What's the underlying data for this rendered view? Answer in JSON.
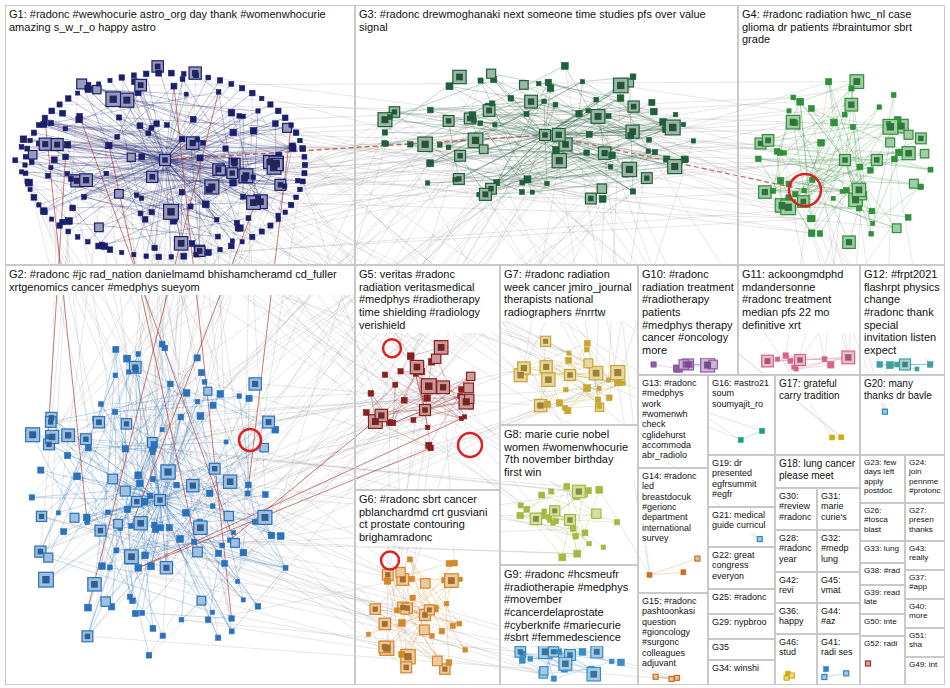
{
  "diagram": {
    "nodes": [
      {
        "text": [
          "G1: #radonc #wewhocurie astro_org day thank #womenwhocurie amazing s_w_r_o happy astro"
        ]
      },
      {
        "text": [
          "G3: #radonc drewmoghanaki next someone time studies pfs over value signal"
        ]
      },
      {
        "text": [
          "G4: #radonc radiation hwc_nl case glioma dr patients #braintumor sbrt grade"
        ]
      },
      {
        "text": [
          "G2: #radonc #jc rad_nation danielmamd bhishamcheramd cd_fuller xrtgenomics cancer #medphys sueyom"
        ]
      },
      {
        "text": [
          "G5: veritas #radonc radiation veritasmedical #medphys #radiotherapy time shielding #radiology verishield"
        ]
      },
      {
        "text": [
          "G7: #radonc radiation week cancer jmiro_journal therapists national radiographers #nrrtw"
        ]
      },
      {
        "text": [
          "G10: #radonc radiation treatment #radiotherapy patients #medphys therapy cancer #oncology more"
        ]
      },
      {
        "text": [
          "G11: ackoongmdphd mdandersonne #radonc treatment median pfs 22 mo definitive xrt"
        ]
      },
      {
        "text": [
          "G12: #frpt2021 flashrpt physics change #radonc thank special invitation listen expect"
        ]
      },
      {
        "text": [
          "G6: #radonc sbrt cancer pblanchardmd crt gusviani ct prostate contouring brighamradonc"
        ]
      },
      {
        "text": [
          "G8: marie curie nobel women #womenwhocurie 7th november birthday first win"
        ]
      },
      {
        "text": [
          "G13: #radonc #medphys work #womenwh check cglidehurst accommoda abr_radiolo"
        ]
      },
      {
        "text": [
          "G16: #astro21 soum soumyajit_ro"
        ]
      },
      {
        "text": [
          "G17: grateful carry tradition"
        ]
      },
      {
        "text": [
          "G20: many thanks dr bavle"
        ]
      },
      {
        "text": [
          "G14: #radonc led breastdocuk #gerionc department international survey"
        ]
      },
      {
        "text": [
          "G19: dr presented egfrsummit #egfr"
        ]
      },
      {
        "text": [
          "G18: lung cancer please meet"
        ]
      },
      {
        "text": [
          "G23: few days left apply postdoc"
        ]
      },
      {
        "text": [
          "G24: join pennme #protonc"
        ]
      },
      {
        "text": [
          "G30: #review #radonc"
        ]
      },
      {
        "text": [
          "G31: marie curie's"
        ]
      },
      {
        "text": [
          "G26: #tosca blast"
        ]
      },
      {
        "text": [
          "G27: presen thanks"
        ]
      },
      {
        "text": [
          "G21: medical guide curricul"
        ]
      },
      {
        "text": [
          "G28: #radonc year"
        ]
      },
      {
        "text": [
          "G32: #medp lung"
        ]
      },
      {
        "text": [
          "G33: lung"
        ]
      },
      {
        "text": [
          "G43: really"
        ]
      },
      {
        "text": [
          "G22: great congress everyon"
        ]
      },
      {
        "text": [
          "G42: revi"
        ]
      },
      {
        "text": [
          "G45: vmat"
        ]
      },
      {
        "text": [
          "G38: #rad"
        ]
      },
      {
        "text": [
          "G37: #app"
        ]
      },
      {
        "text": [
          "G9: #radonc #hcsmeufr #radiotherapie #medphys #movember #cancerdelaprostate #cyberknife #mariecurie #sbrt #femmedescience"
        ]
      },
      {
        "text": [
          "G15: #radonc pashtoonkasi question #gioncology #surgonc colleagues adjuvant"
        ]
      },
      {
        "text": [
          "G25: #radonc"
        ]
      },
      {
        "text": [
          "G36: happy"
        ]
      },
      {
        "text": [
          "G44: #az"
        ]
      },
      {
        "text": [
          "G39: read late"
        ]
      },
      {
        "text": [
          "G40: more"
        ]
      },
      {
        "text": [
          "G29: nypbroo"
        ]
      },
      {
        "text": [
          "G35"
        ]
      },
      {
        "text": [
          "G46: stud"
        ]
      },
      {
        "text": [
          "G41: radi ses"
        ]
      },
      {
        "text": [
          "G50: inte"
        ]
      },
      {
        "text": [
          "G51: sha"
        ]
      },
      {
        "text": [
          "G34: winshi"
        ]
      },
      {
        "text": [
          "G52: radi"
        ]
      },
      {
        "text": [
          "G49: int"
        ]
      }
    ]
  }
}
